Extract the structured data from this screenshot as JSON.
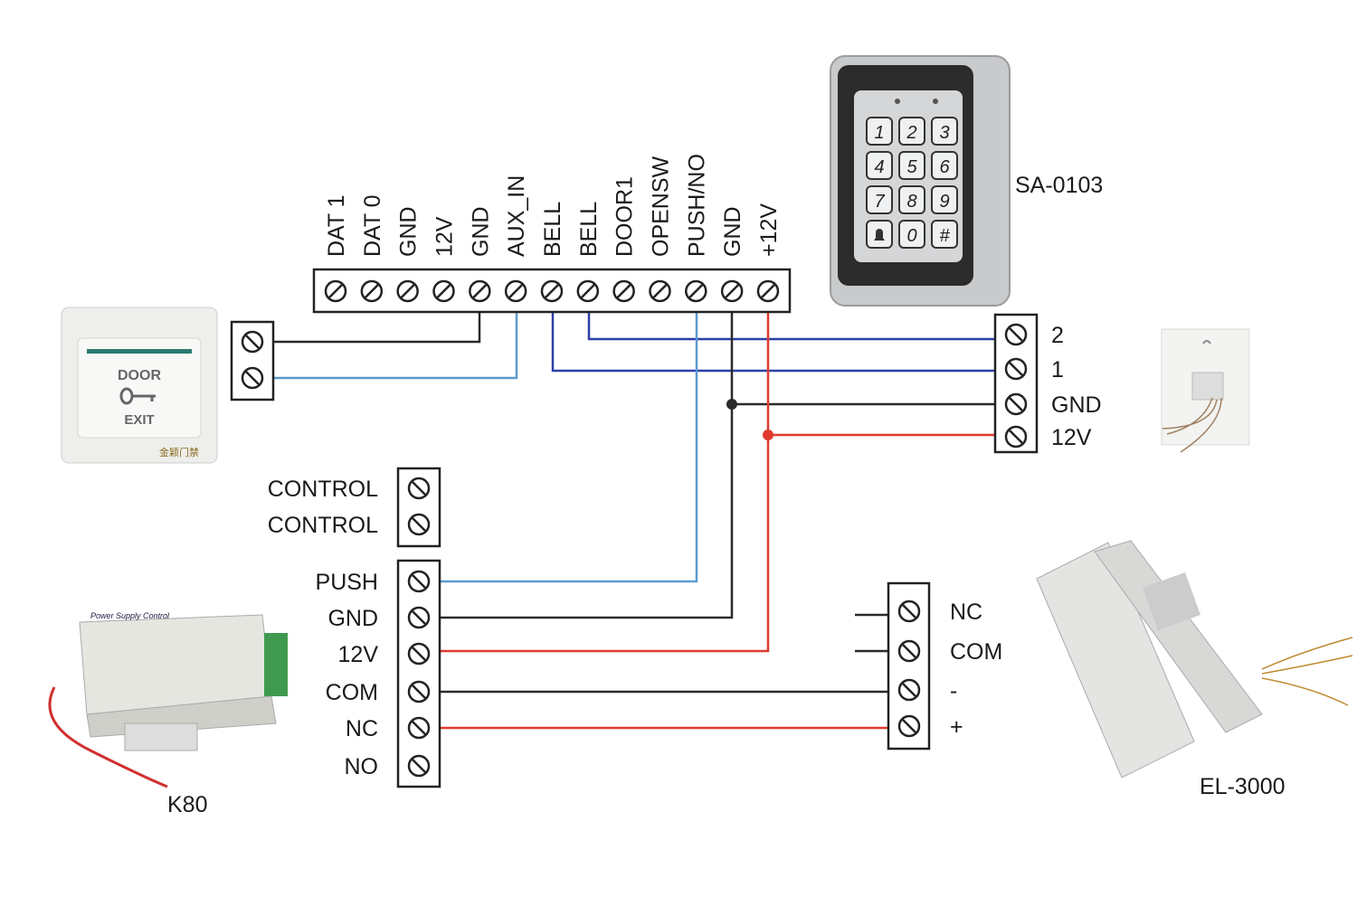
{
  "controller_terminals": [
    "DAT 1",
    "DAT 0",
    "GND",
    "12V",
    "GND",
    "AUX_IN",
    "BELL",
    "BELL",
    "DOOR1",
    "OPENSW",
    "PUSH/NO",
    "GND",
    "+12V"
  ],
  "keypad": {
    "model": "SA-0103",
    "keys": [
      "1",
      "2",
      "3",
      "4",
      "5",
      "6",
      "7",
      "8",
      "9",
      "bell",
      "0",
      "#"
    ]
  },
  "exit_button": {
    "top_text": "DOOR",
    "bottom_text": "EXIT",
    "brand": "金颖门禁"
  },
  "doorbell_terminals": [
    "2",
    "1",
    "GND",
    "12V"
  ],
  "power_supply": {
    "model": "K80",
    "control_terminals": [
      "CONTROL",
      "CONTROL"
    ],
    "terminals": [
      "PUSH",
      "GND",
      "12V",
      "COM",
      "NC",
      "NO"
    ],
    "case_text": "Power Supply Control"
  },
  "lock": {
    "model": "EL-3000",
    "terminals": [
      "NC",
      "COM",
      "-",
      "+"
    ]
  },
  "colors": {
    "black_wire": "#2a2a2a",
    "red_wire": "#e03a2e",
    "blue_wire": "#2c3fa8",
    "light_blue_wire": "#5a9bd0"
  }
}
